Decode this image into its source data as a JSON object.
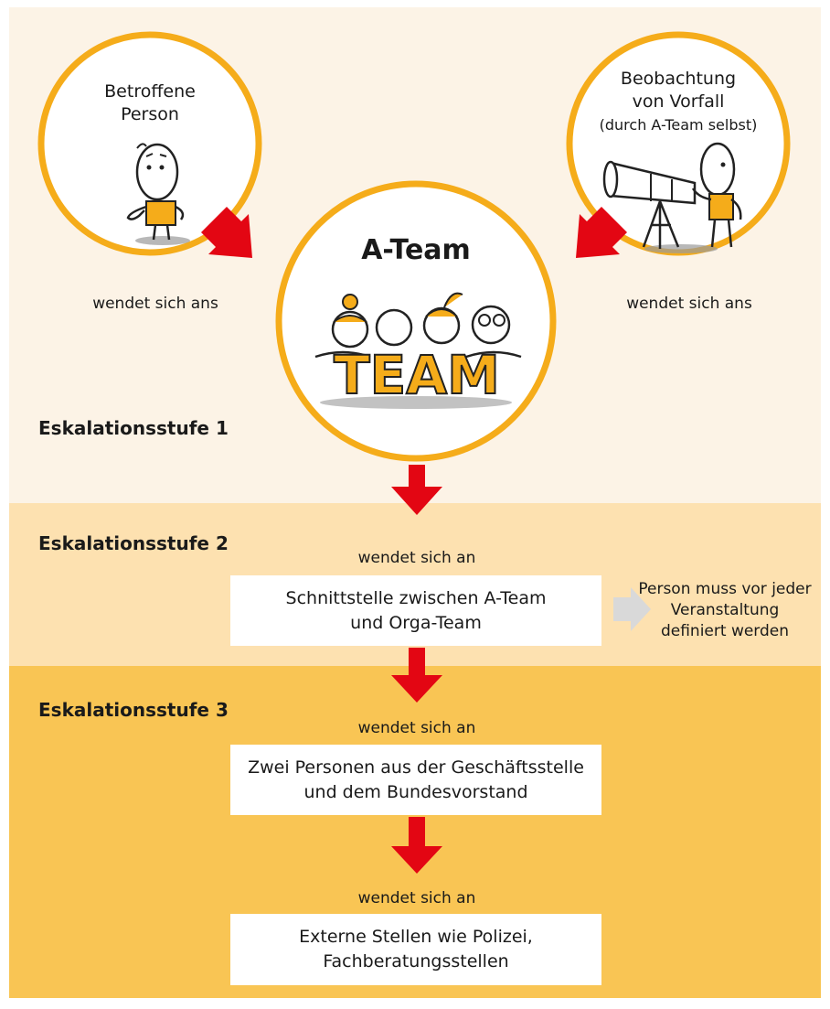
{
  "sources": {
    "left_circle_lines": [
      "Betroffene",
      "Person"
    ],
    "right_circle_lines": [
      "Beobachtung",
      "von Vorfall",
      "(durch A-Team selbst)"
    ],
    "left_action": "wendet sich ans",
    "right_action": "wendet sich ans"
  },
  "center": {
    "title": "A-Team",
    "illustration_text": "TEAM"
  },
  "stages": {
    "stage1": "Eskalationsstufe 1",
    "stage2": "Eskalationsstufe 2",
    "stage3": "Eskalationsstufe 3"
  },
  "flow": {
    "step2_action": "wendet sich an",
    "step2_box_lines": [
      "Schnittstelle zwischen A-Team",
      "und Orga-Team"
    ],
    "step2_note_lines": [
      "Person muss vor jeder",
      "Veranstaltung",
      "definiert werden"
    ],
    "step3_action": "wendet sich an",
    "step3_box_lines": [
      "Zwei Personen aus der Geschäftsstelle",
      "und dem Bundesvorstand"
    ],
    "step4_action": "wendet sich an",
    "step4_box_lines": [
      "Externe Stellen wie Polizei,",
      "Fachberatungsstellen"
    ]
  },
  "colors": {
    "ring": "#f5ac1a",
    "arrow": "#e30613",
    "band1": "#fcf3e6",
    "band2": "#fde1b0",
    "band3": "#f9c554",
    "figure": "#f5ac1a",
    "grey_arrow": "#d9d9d9"
  },
  "icons": [
    "thinking-person-icon",
    "telescope-observer-icon",
    "team-figures-icon"
  ]
}
